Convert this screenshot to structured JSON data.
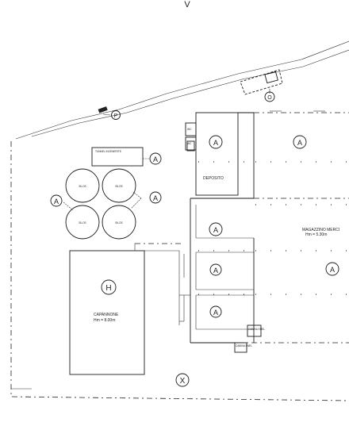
{
  "markers": {
    "north_symbol": "V",
    "o": "O",
    "p": "P",
    "a": "A",
    "h": "H",
    "x": "X"
  },
  "labels": {
    "tunnel": "TUNNEL INCENERITE",
    "deposito": "DEPOSITO",
    "magazzino_line1": "MAGAZZINO MERCI",
    "magazzino_line2": "Hm = 5.30m",
    "capannone_line1": "CAPANNONE",
    "capannone_line2": "Hm = 8.00m",
    "silos": [
      "SILOS",
      "SILOS",
      "SILOS",
      "SILOS"
    ],
    "box_1": "CABINA ENEL",
    "box_2": "CABINA ENEL",
    "side_box_1": "WC",
    "side_box_2": "WC"
  }
}
